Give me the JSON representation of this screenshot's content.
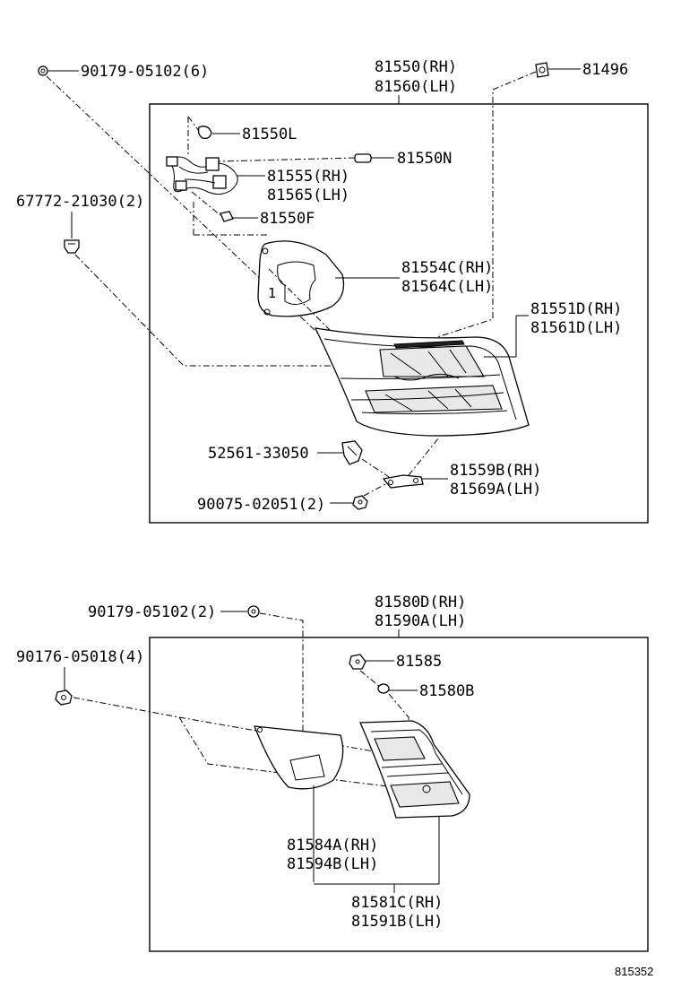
{
  "labels": {
    "p_90179_05102_6": "90179-05102(6)",
    "p_81550_rh": "81550(RH)",
    "p_81560_lh": "81560(LH)",
    "p_81496": "81496",
    "p_81550L": "81550L",
    "p_81550N": "81550N",
    "p_81555_rh": "81555(RH)",
    "p_81565_lh": "81565(LH)",
    "p_67772_21030_2": "67772-21030(2)",
    "p_81550F": "81550F",
    "p_81554C_rh": "81554C(RH)",
    "p_81564C_lh": "81564C(LH)",
    "p_81551D_rh": "81551D(RH)",
    "p_81561D_lh": "81561D(LH)",
    "p_52561_33050": "52561-33050",
    "p_81559B_rh": "81559B(RH)",
    "p_81569A_lh": "81569A(LH)",
    "p_90075_02051_2": "90075-02051(2)",
    "p_90179_05102_2": "90179-05102(2)",
    "p_81580D_rh": "81580D(RH)",
    "p_81590A_lh": "81590A(LH)",
    "p_90176_05018_4": "90176-05018(4)",
    "p_81585": "81585",
    "p_81580B": "81580B",
    "p_81584A_rh": "81584A(RH)",
    "p_81594B_lh": "81594B(LH)",
    "p_81581C_rh": "81581C(RH)",
    "p_81591B_lh": "81591B(LH)",
    "gasket_mark": "1",
    "diagram_id": "815352"
  }
}
